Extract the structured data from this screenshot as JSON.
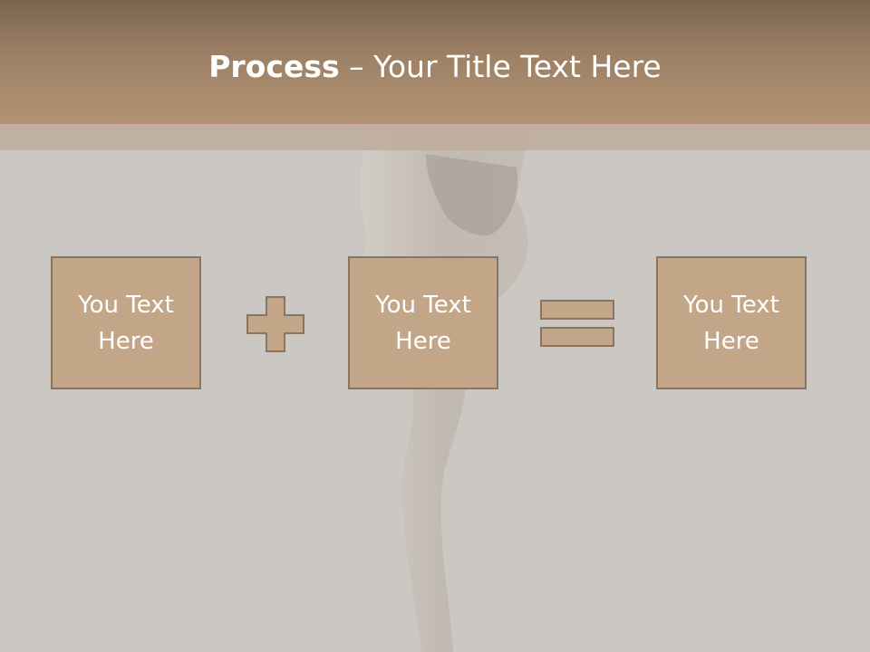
{
  "slide": {
    "title_bold": "Process",
    "title_rest": " – Your Title Text Here"
  },
  "process": {
    "boxes": [
      {
        "line1": "You Text",
        "line2": "Here"
      },
      {
        "line1": "You Text",
        "line2": "Here"
      },
      {
        "line1": "You Text",
        "line2": "Here"
      }
    ],
    "operators": [
      "plus-icon",
      "equals-icon"
    ]
  },
  "colors": {
    "title_bar": "#9d8166",
    "box_fill": "#c3a588",
    "box_border": "#8a7563",
    "background": "#cbc7c2",
    "text": "#ffffff"
  }
}
